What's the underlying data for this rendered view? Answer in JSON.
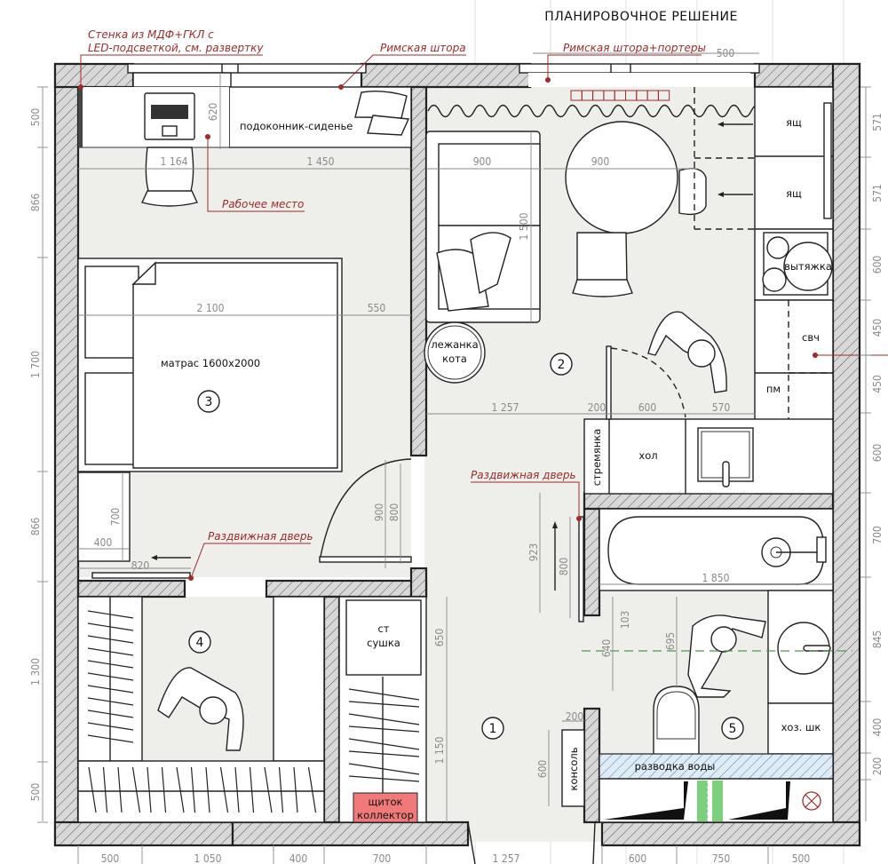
{
  "title": "ПЛАНИРОВОЧНОЕ РЕШЕНИЕ",
  "colors": {
    "wall_hatch": "#d8d8d8",
    "floor": "#eeeeea",
    "annotation": "#9c2b2b",
    "dimension": "#8a8a8a",
    "shield_fill": "#f07a7a",
    "water_fill": "#dcecf8",
    "pipe_green": "#7ccf7c"
  },
  "annotations": {
    "mdf_wall_line1": "Стенка из МДФ+ГКЛ с",
    "mdf_wall_line2": "LED-подсветкой, см. развертку",
    "roman_blind": "Римская штора",
    "roman_blind_portieres": "Римская штора+портеры",
    "workplace": "Рабочее место",
    "sliding_door_left": "Раздвижная дверь",
    "sliding_door_right": "Раздвижная дверь"
  },
  "labels": {
    "windowsill_seat": "подоконник-сиденье",
    "mattress": "матрас 1600x2000",
    "cat_bed_line1": "лежанка",
    "cat_bed_line2": "кота",
    "drawer1": "ящ",
    "drawer2": "ящ",
    "hood": "вытяжка",
    "microwave": "свч",
    "dishwasher": "пм",
    "fridge": "хол",
    "ladder": "стремянка",
    "dryer_line1": "ст",
    "dryer_line2": "сушка",
    "shield_line1": "щиток",
    "shield_line2": "коллектор",
    "console": "консоль",
    "water_wiring": "разводка воды",
    "utility_cabinet": "хоз. шк"
  },
  "rooms": [
    "1",
    "2",
    "3",
    "4",
    "5"
  ],
  "dimensions": {
    "top_500": "500",
    "d620": "620",
    "d1164": "1 164",
    "d1450": "1 450",
    "d900_sofa": "900",
    "d900_table": "900",
    "d1500": "1 500",
    "d2100": "2 100",
    "d550": "550",
    "d1257_mid": "1 257",
    "d200_top": "200",
    "d600_top": "600",
    "d570": "570",
    "d700_wardrobe": "700",
    "d400_wardrobe": "400",
    "d820": "820",
    "d900_door": "900",
    "d800_door": "800",
    "d923": "923",
    "d800_slide": "800",
    "d1850": "1 850",
    "d103": "103",
    "d640": "640",
    "d695": "695",
    "d650": "650",
    "d1150": "1 150",
    "d200_console": "200",
    "d600_console": "600",
    "left": [
      "500",
      "866",
      "1 700",
      "866",
      "1 300",
      "500"
    ],
    "right": [
      "571",
      "571",
      "600",
      "450",
      "450",
      "600",
      "700",
      "845",
      "400",
      "200"
    ],
    "bottom": [
      "500",
      "1 050",
      "400",
      "700",
      "1 257",
      "600",
      "750",
      "500"
    ]
  }
}
